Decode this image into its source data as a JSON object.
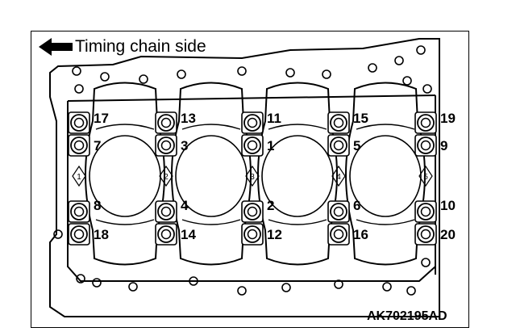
{
  "header": {
    "label": "Timing chain side",
    "icon": "left-arrow-icon"
  },
  "figure_code": "AK702195AD",
  "journal_marks": [
    "1",
    "2",
    "3",
    "4",
    "5"
  ],
  "bolt_numbers": {
    "top_outer": [
      "17",
      "13",
      "11",
      "15",
      "19"
    ],
    "top_inner": [
      "7",
      "3",
      "1",
      "5",
      "9"
    ],
    "bottom_inner": [
      "8",
      "4",
      "2",
      "6",
      "10"
    ],
    "bottom_outer": [
      "18",
      "14",
      "12",
      "16",
      "20"
    ]
  }
}
